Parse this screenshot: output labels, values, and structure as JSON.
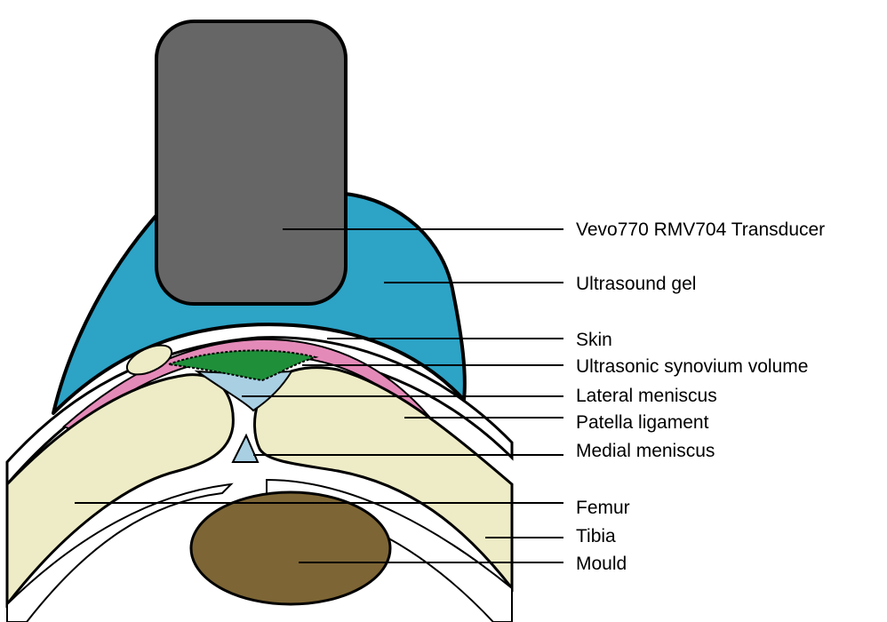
{
  "labels": [
    {
      "id": "transducer",
      "text": "Vevo770 RMV704 Transducer"
    },
    {
      "id": "gel",
      "text": "Ultrasound gel"
    },
    {
      "id": "skin",
      "text": "Skin"
    },
    {
      "id": "synovium",
      "text": "Ultrasonic synovium volume"
    },
    {
      "id": "lateral_meniscus",
      "text": "Lateral meniscus"
    },
    {
      "id": "patella_ligament",
      "text": "Patella ligament"
    },
    {
      "id": "medial_meniscus",
      "text": "Medial meniscus"
    },
    {
      "id": "femur",
      "text": "Femur"
    },
    {
      "id": "tibia",
      "text": "Tibia"
    },
    {
      "id": "mould",
      "text": "Mould"
    }
  ],
  "colors": {
    "transducer": "#666666",
    "gel": "#2da3c6",
    "skin": "#e48ab8",
    "synovium": "#1f8f3a",
    "meniscus": "#a9cfe3",
    "bone": "#eeecc6",
    "mould": "#7d6535",
    "outline": "#000000",
    "background": "#ffffff"
  }
}
